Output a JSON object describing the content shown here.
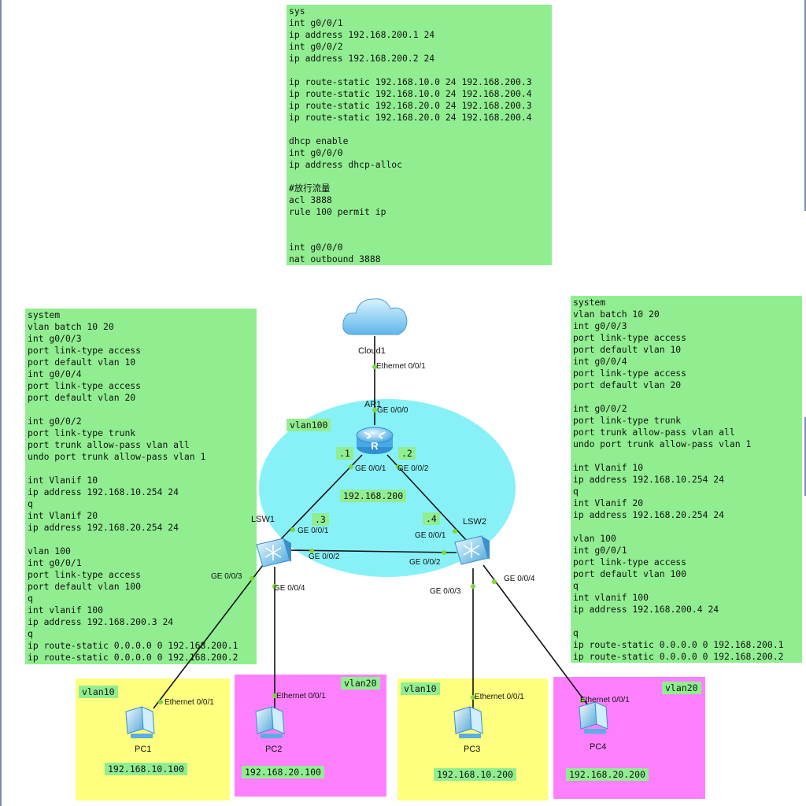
{
  "config_router": "sys\nint g0/0/1\nip address 192.168.200.1 24\nint g0/0/2\nip address 192.168.200.2 24\n\nip route-static 192.168.10.0 24 192.168.200.3\nip route-static 192.168.10.0 24 192.168.200.4\nip route-static 192.168.20.0 24 192.168.200.3\nip route-static 192.168.20.0 24 192.168.200.4\n\ndhcp enable\nint g0/0/0\nip address dhcp-alloc\n\n#放行流量\nacl 3888\nrule 100 permit ip\n\n\nint g0/0/0\nnat outbound 3888",
  "config_lsw1": "system\nvlan batch 10 20\nint g0/0/3\nport link-type access\nport default vlan 10\nint g0/0/4\nport link-type access\nport default vlan 20\n\nint g0/0/2\nport link-type trunk\nport trunk allow-pass vlan all\nundo port trunk allow-pass vlan 1\n\nint Vlanif 10\nip address 192.168.10.254 24\nq\nint Vlanif 20\nip address 192.168.20.254 24\n\nvlan 100\nint g0/0/1\nport link-type access\nport default vlan 100\nq\nint vlanif 100\nip address 192.168.200.3 24\nq\nip route-static 0.0.0.0 0 192.168.200.1\nip route-static 0.0.0.0 0 192.168.200.2",
  "config_lsw2": "system\nvlan batch 10 20\nint g0/0/3\nport link-type access\nport default vlan 10\nint g0/0/4\nport link-type access\nport default vlan 20\n\nint g0/0/2\nport link-type trunk\nport trunk allow-pass vlan all\nundo port trunk allow-pass vlan 1\n\nint Vlanif 10\nip address 192.168.10.254 24\nq\nint Vlanif 20\nip address 192.168.20.254 24\n\nvlan 100\nint g0/0/1\nport link-type access\nport default vlan 100\nq\nint vlanif 100\nip address 192.168.200.4 24\n\nq\nip route-static 0.0.0.0 0 192.168.200.1\nip route-static 0.0.0.0 0 192.168.200.2",
  "vlan100": {
    "label": "vlan100",
    "network": "192.168.200"
  },
  "devices": {
    "cloud": "Cloud1",
    "router": "AR1",
    "router_glyph": "R",
    "lsw1": "LSW1",
    "lsw2": "LSW2",
    "pc1": "PC1",
    "pc2": "PC2",
    "pc3": "PC3",
    "pc4": "PC4"
  },
  "suffixes": {
    "r_g1": ".1",
    "r_g2": ".2",
    "lsw1": ".3",
    "lsw2": ".4"
  },
  "ports": {
    "cloud_eth": "Ethernet 0/0/1",
    "ar_g0": "GE 0/0/0",
    "ar_g1": "GE 0/0/1",
    "ar_g2": "GE 0/0/2",
    "lsw1_g1": "GE 0/0/1",
    "lsw1_g2": "GE 0/0/2",
    "lsw1_g3": "GE 0/0/3",
    "lsw1_g4": "GE 0/0/4",
    "lsw2_g1": "GE 0/0/1",
    "lsw2_g2": "GE 0/0/2",
    "lsw2_g3": "GE 0/0/3",
    "lsw2_g4": "GE 0/0/4",
    "pc1_eth": "Ethernet 0/0/1",
    "pc2_eth": "Ethernet 0/0/1",
    "pc3_eth": "Ethernet 0/0/1",
    "pc4_eth": "Ethernet 0/0/1"
  },
  "zones": {
    "pc1": {
      "vlan": "vlan10",
      "ip": "192.168.10.100",
      "color": "#ffff80"
    },
    "pc2": {
      "vlan": "vlan20",
      "ip": "192.168.20.100",
      "color": "#ff80ff"
    },
    "pc3": {
      "vlan": "vlan10",
      "ip": "192.168.10.200",
      "color": "#ffff80"
    },
    "pc4": {
      "vlan": "vlan20",
      "ip": "192.168.20.200",
      "color": "#ff80ff"
    }
  },
  "colors": {
    "note": "#90ee90",
    "vlan100_area": "#87f1f7",
    "link": "#111111",
    "port_dot": "#7fd53a"
  }
}
